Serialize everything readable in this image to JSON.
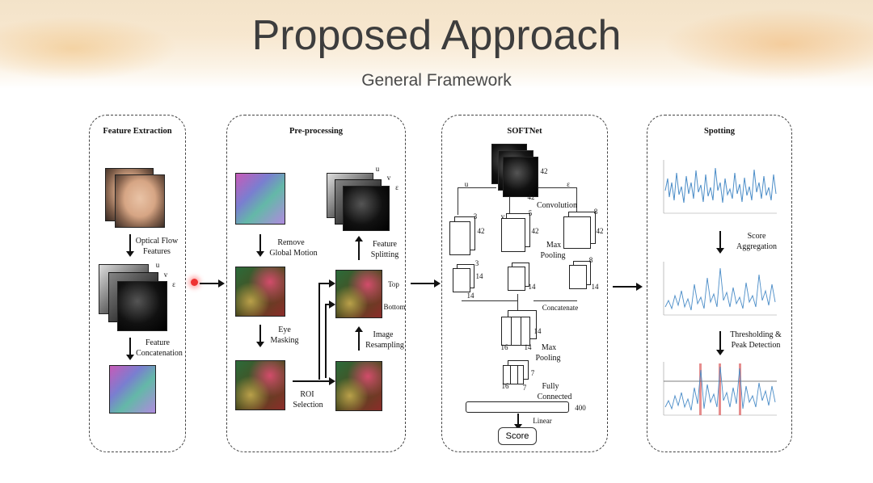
{
  "title": "Proposed Approach",
  "subtitle": "General Framework",
  "panels": {
    "feature_extraction": {
      "title": "Feature Extraction",
      "optical_flow": "Optical Flow",
      "features": "Features",
      "feature": "Feature",
      "concatenation": "Concatenation",
      "u": "u",
      "v": "v",
      "e": "ε"
    },
    "preprocessing": {
      "title": "Pre-processing",
      "remove": "Remove",
      "global_motion": "Global Motion",
      "eye": "Eye",
      "masking": "Masking",
      "roi": "ROI",
      "selection": "Selection",
      "image": "Image",
      "resampling": "Resampling",
      "feature": "Feature",
      "splitting": "Splitting",
      "top": "Top",
      "bottom": "Bottom",
      "u": "u",
      "v": "v",
      "e": "ε"
    },
    "softnet": {
      "title": "SOFTNet",
      "u": "u",
      "v": "v",
      "e": "ε",
      "convolution": "Convolution",
      "max_pooling_1": "Max",
      "max_pooling_2": "Pooling",
      "concatenate": "Concatenate",
      "max_b": "Max",
      "pooling_b": "Pooling",
      "fully": "Fully",
      "connected": "Connected",
      "linear": "Linear",
      "score": "Score",
      "n42a": "42",
      "n42b": "42",
      "n42c": "42",
      "n42d": "42",
      "n42e": "42",
      "n3a": "3",
      "n3b": "3",
      "n5a": "5",
      "n8a": "8",
      "n8b": "8",
      "n14a": "14",
      "n14b": "14",
      "n14c": "14",
      "n14d": "14",
      "n14e": "14",
      "n14f": "14",
      "n16a": "16",
      "n16b": "16",
      "n7a": "7",
      "n7b": "7",
      "n400": "400"
    },
    "spotting": {
      "title": "Spotting",
      "score": "Score",
      "aggregation": "Aggregation",
      "thresholding": "Thresholding &",
      "peak": "Peak Detection"
    }
  }
}
